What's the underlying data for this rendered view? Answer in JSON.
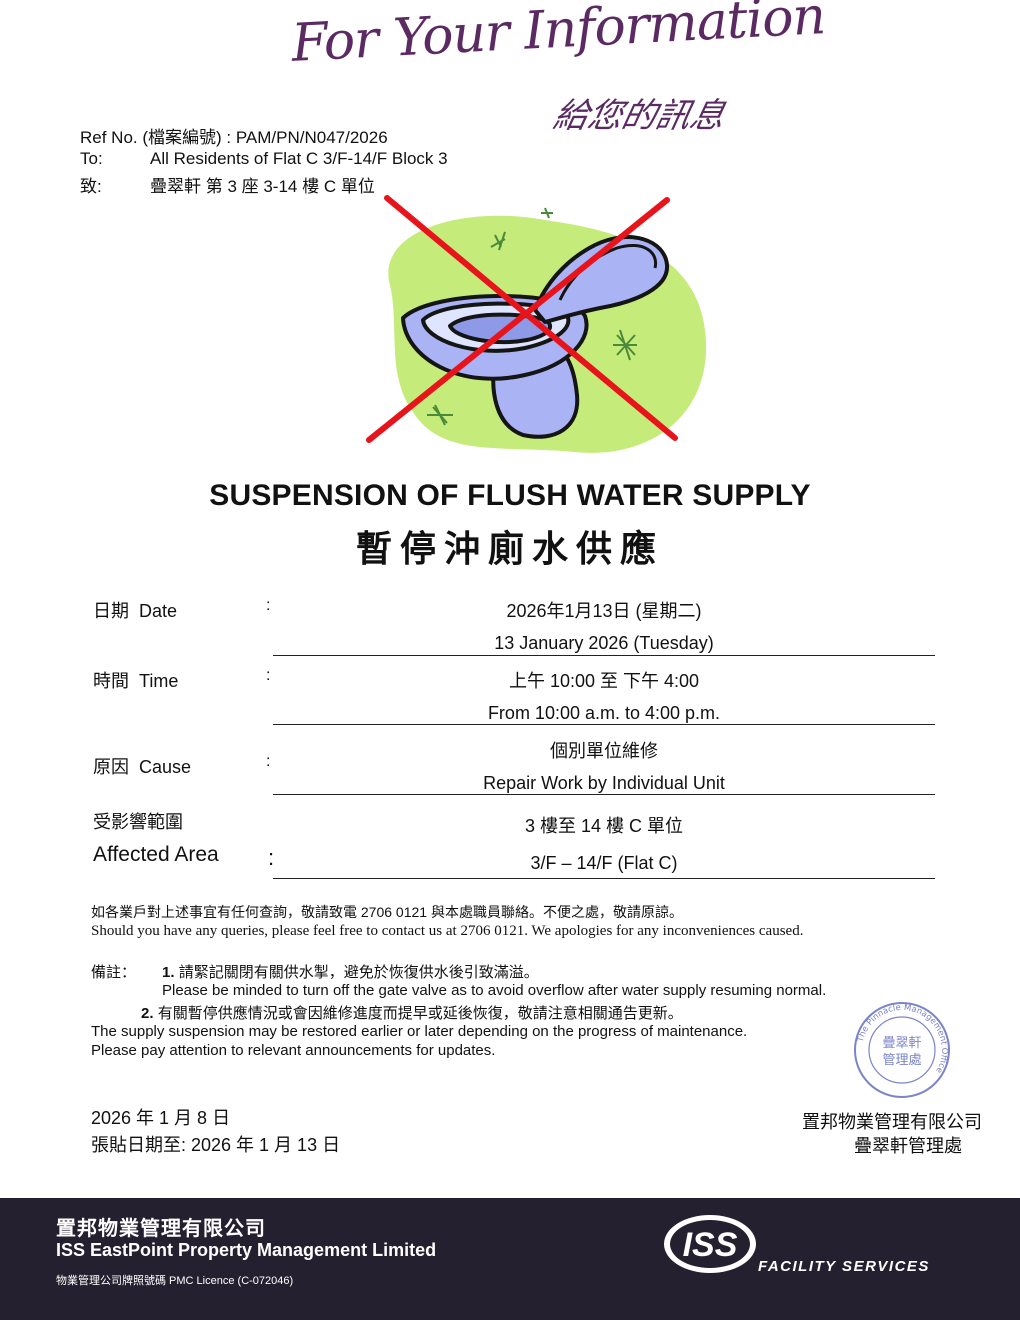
{
  "header": {
    "logo_script_en": "For Your Information",
    "logo_script_zh": "給您的訊息",
    "ref_line": "Ref No. (檔案編號) : PAM/PN/N047/2026",
    "to_label": "To:",
    "to_value": "All Residents of Flat C 3/F-14/F Block 3",
    "to_zh_label": "致:",
    "to_zh_value": "疊翠軒 第 3 座  3-14 樓 C 單位"
  },
  "title": {
    "en": "SUSPENSION OF FLUSH WATER SUPPLY",
    "zh": "暫停沖廁水供應"
  },
  "illustration": {
    "icon": "crossed-out-toilet-icon",
    "cross_color": "#e8141c",
    "blob_color": "#c5eb7a",
    "toilet_color": "#aab4f5"
  },
  "details": {
    "colon": ":",
    "date": {
      "label_zh": "日期",
      "label_en": "Date",
      "value_zh": "2026年1月13日 (星期二)",
      "value_en": "13 January 2026 (Tuesday)"
    },
    "time": {
      "label_zh": "時間",
      "label_en": "Time",
      "value_zh": "上午 10:00 至 下午 4:00",
      "value_en": "From 10:00 a.m. to 4:00 p.m."
    },
    "cause": {
      "label_zh": "原因",
      "label_en": "Cause",
      "value_zh": "個別單位維修",
      "value_en": "Repair Work by Individual Unit"
    },
    "area": {
      "label_zh": "受影響範圍",
      "label_en": "Affected Area",
      "value_zh": "3 樓至 14 樓 C 單位",
      "value_en": "3/F – 14/F  (Flat C)"
    }
  },
  "enquiry": {
    "zh": "如各業戶對上述事宜有任何查詢，敬請致電 2706 0121 與本處職員聯絡。不便之處，敬請原諒。",
    "en": "Should you have any queries, please feel free to contact us at 2706 0121. We apologies for any inconveniences caused."
  },
  "remarks": {
    "label": "備註：",
    "item1_num": "1.",
    "item1_zh": "請緊記關閉有關供水掣，避免於恢復供水後引致滿溢。",
    "item1_en": "Please be minded to turn off the gate valve as to avoid overflow after water supply resuming normal.",
    "item2_num": "2.",
    "item2_zh": "有關暫停供應情況或會因維修進度而提早或延後恢復，敬請注意相關通告更新。",
    "item2_en_1": "The supply suspension may be restored earlier or later depending on the progress of maintenance.",
    "item2_en_2": "Please pay attention to relevant announcements for updates."
  },
  "stamp": {
    "ring_text": "The Pinnacle Management Office",
    "center_text_1": "疊翠軒",
    "center_text_2": "管理處",
    "color": "#7b84c9"
  },
  "signoff": {
    "date_line": "2026 年 1 月 8 日",
    "post_until": "張貼日期至: 2026 年 1 月 13 日",
    "company_zh": "置邦物業管理有限公司",
    "office_zh": "疊翠軒管理處"
  },
  "footer": {
    "company_zh": "置邦物業管理有限公司",
    "company_en": "ISS EastPoint Property Management Limited",
    "licence": "物業管理公司牌照號碼  PMC Licence (C-072046)",
    "logo_text": "ISS",
    "logo_tagline": "FACILITY SERVICES",
    "background": "#25202f"
  }
}
